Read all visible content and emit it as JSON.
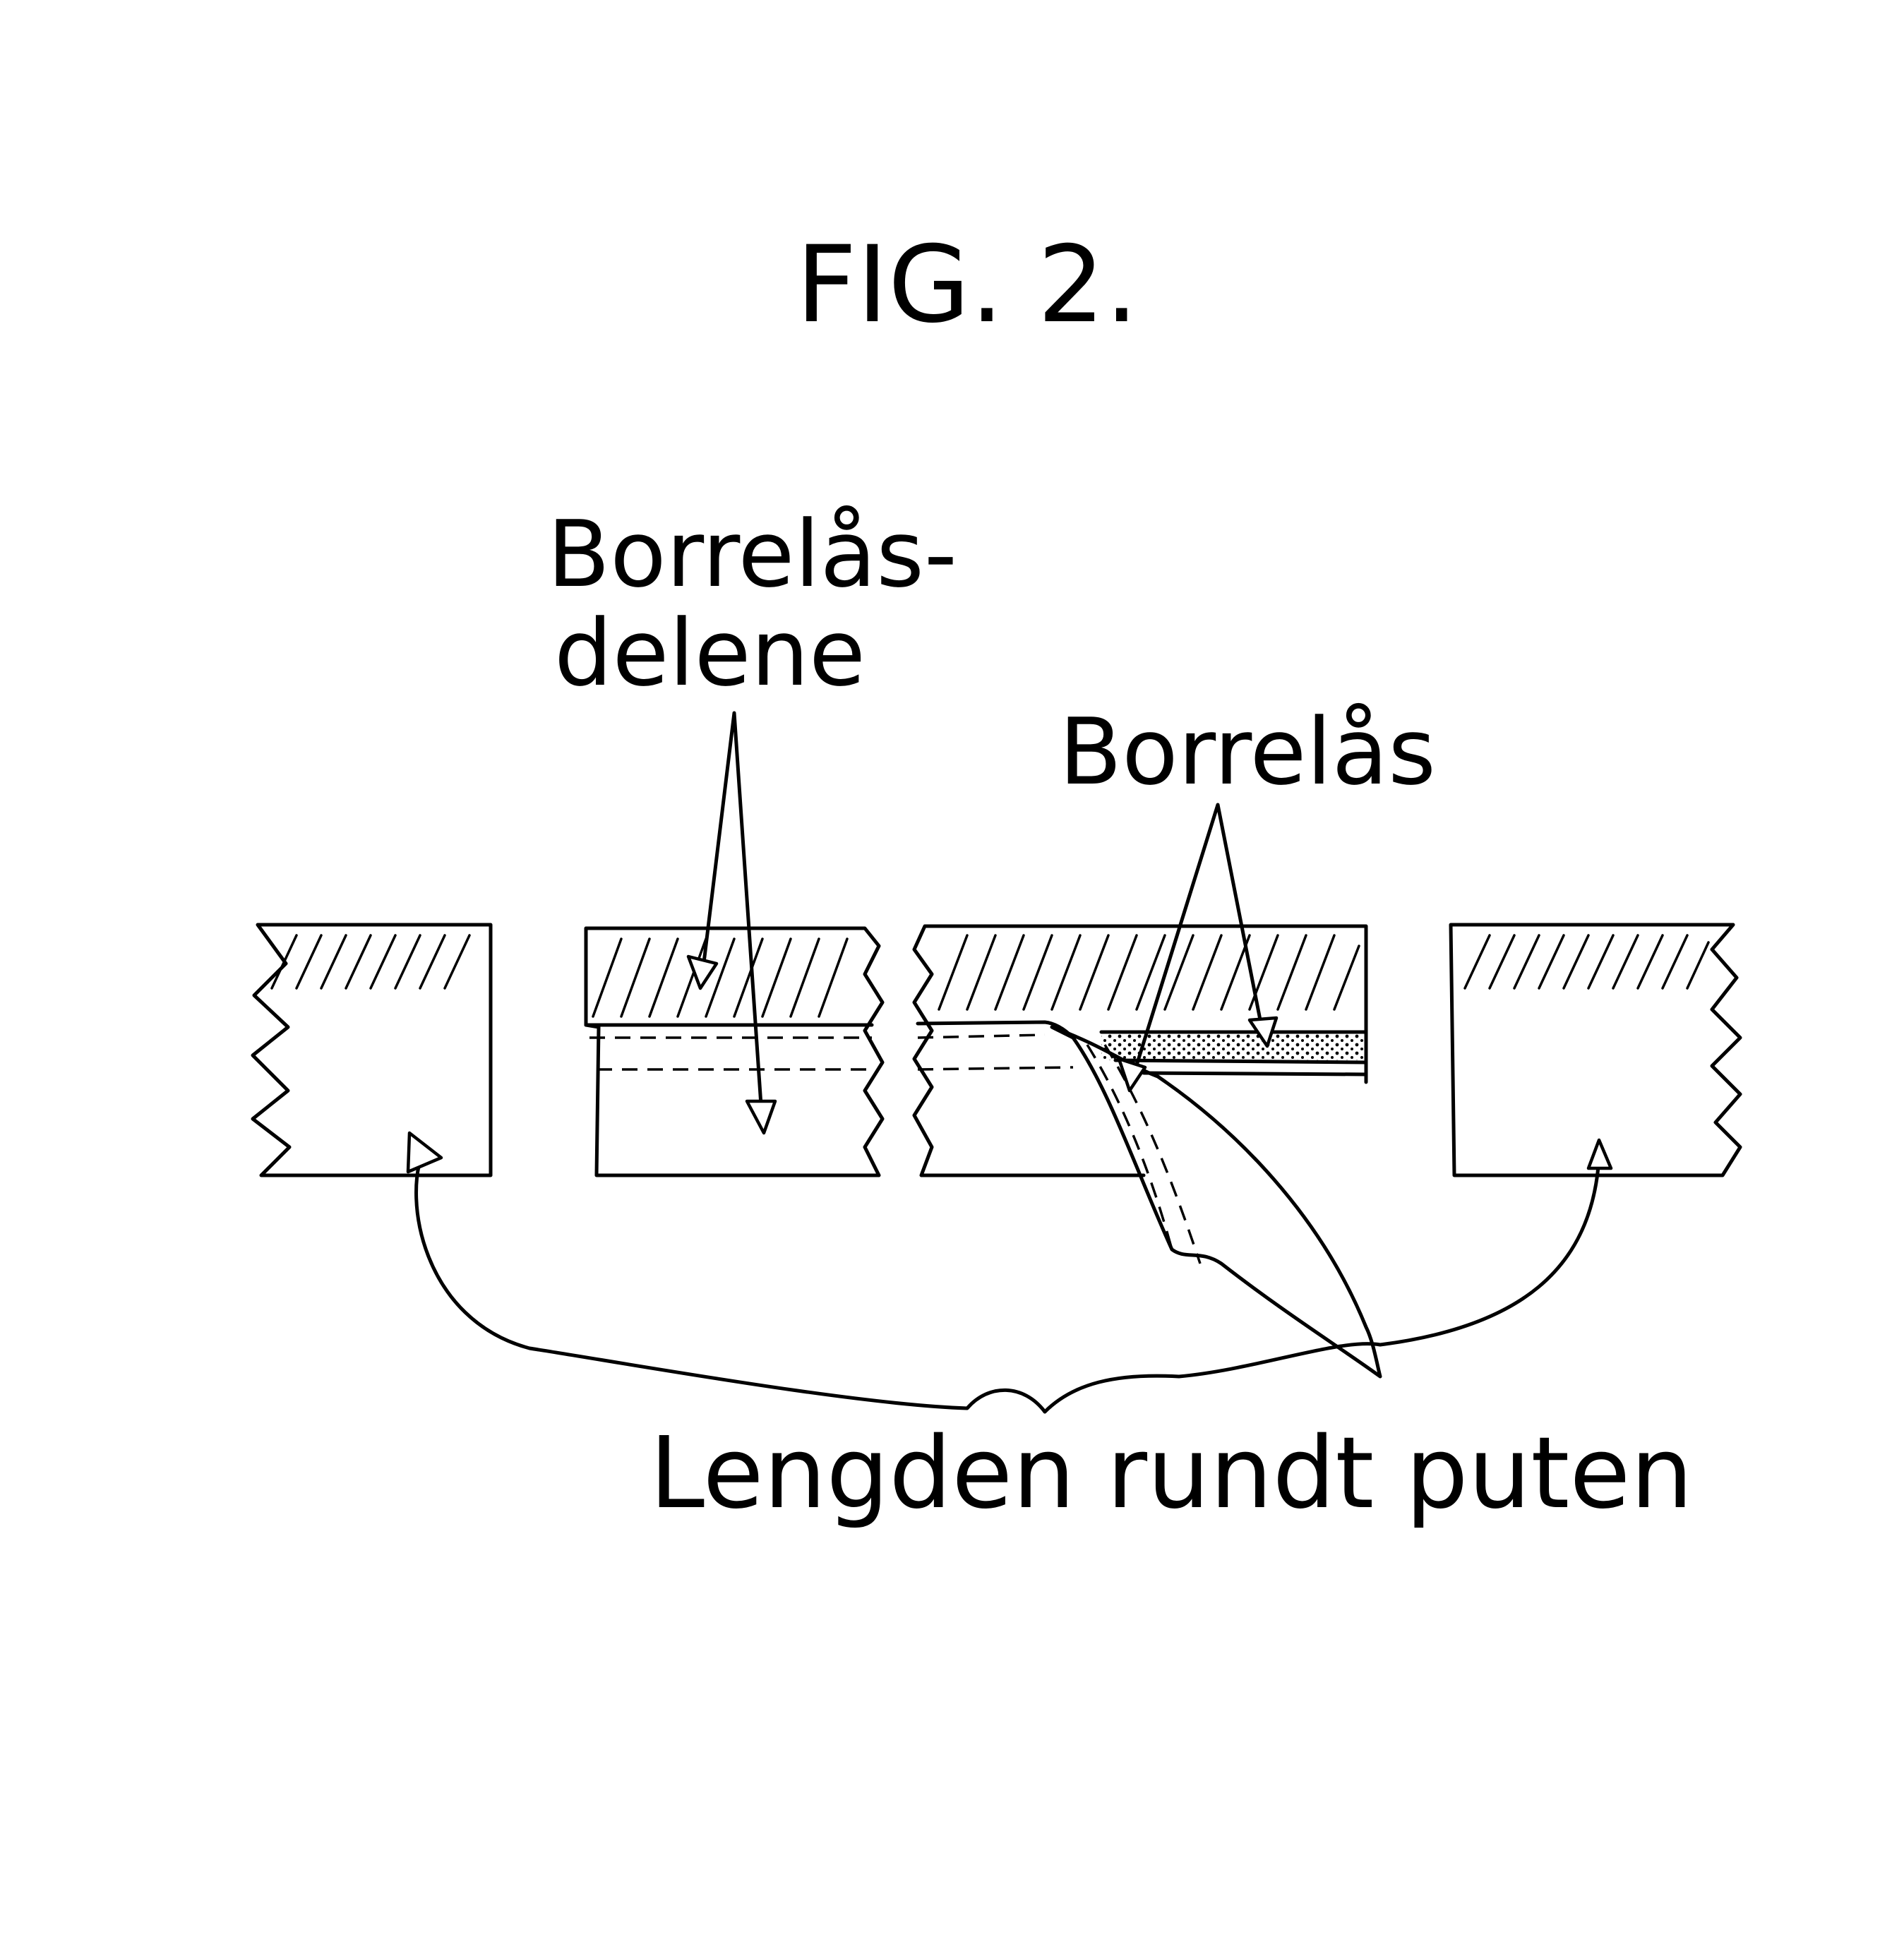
{
  "figure": {
    "title": "FIG. 2.",
    "labels": {
      "velcro_parts_line1": "Borrelås-",
      "velcro_parts_line2": "delene",
      "velcro": "Borrelås",
      "length_around_cushion": "Lengden rundt puten"
    }
  }
}
